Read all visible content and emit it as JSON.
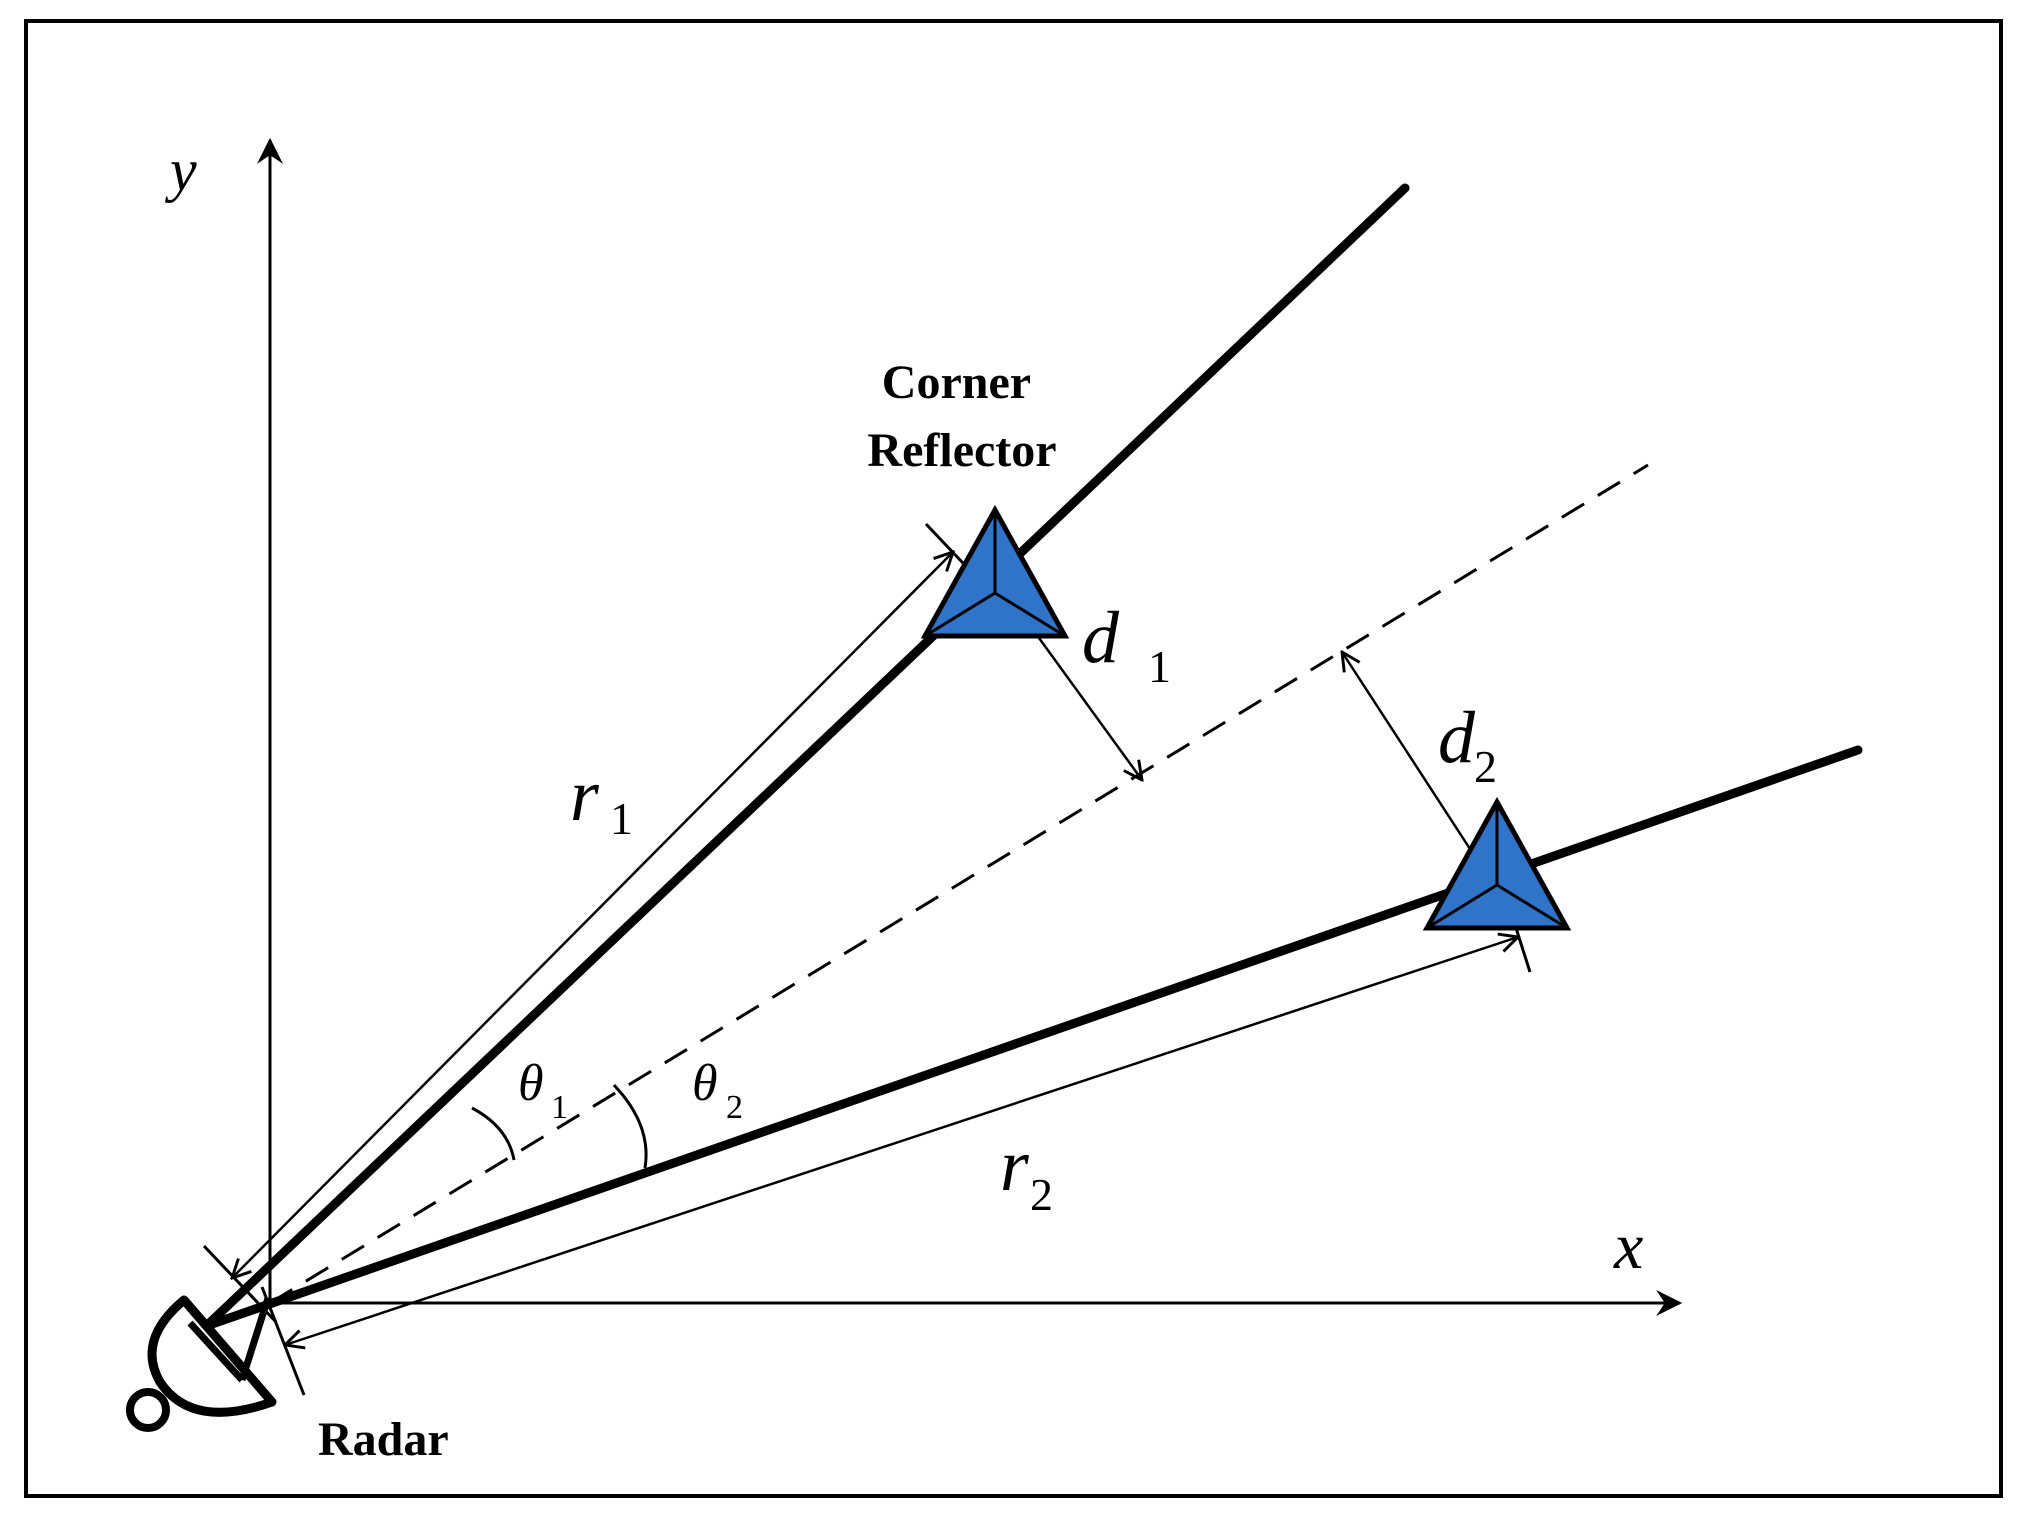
{
  "labels": {
    "y_axis": "y",
    "x_axis": "x",
    "corner_reflector_line1": "Corner",
    "corner_reflector_line2": "Reflector",
    "radar": "Radar",
    "r1": {
      "main": "r",
      "sub": "1"
    },
    "r2": {
      "main": "r",
      "sub": "2"
    },
    "d1": {
      "main": "d",
      "sub": "1"
    },
    "d2": {
      "main": "d",
      "sub": "2"
    },
    "theta1": {
      "main": "θ",
      "sub": "1"
    },
    "theta2": {
      "main": "θ",
      "sub": "2"
    }
  },
  "colors": {
    "reflector_fill": "#2f74c8",
    "stroke": "#000000",
    "background": "#ffffff"
  }
}
